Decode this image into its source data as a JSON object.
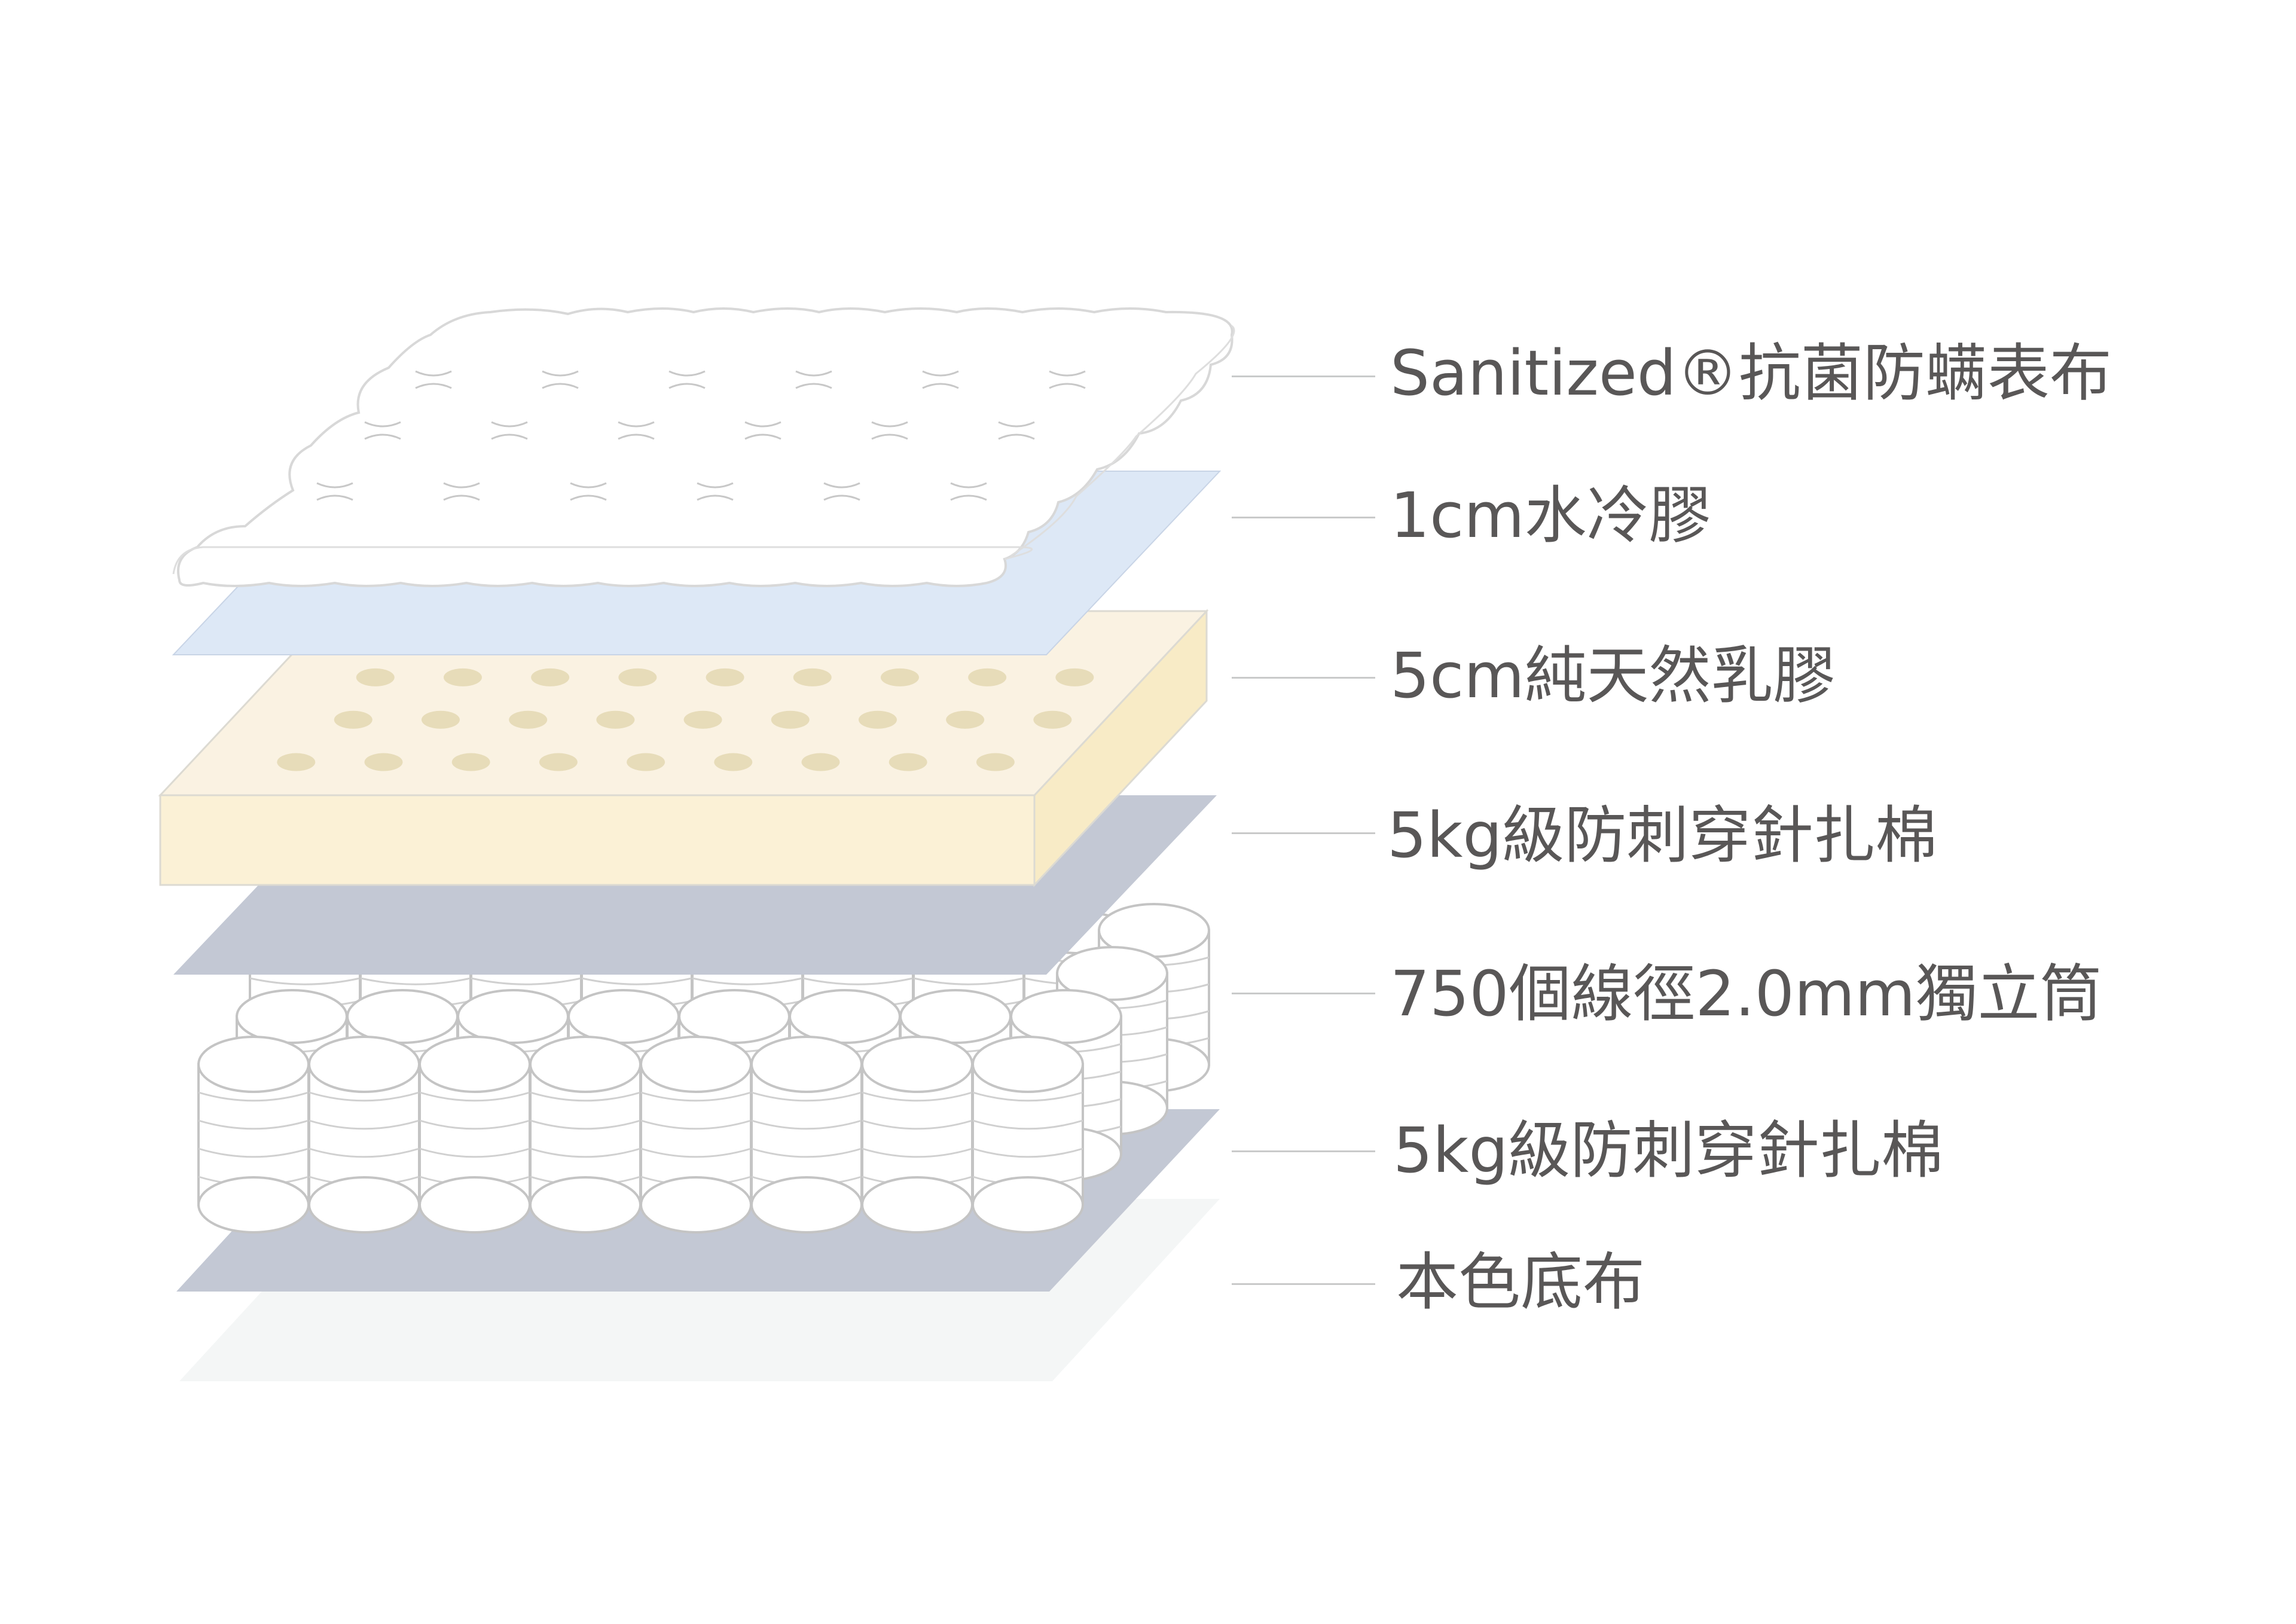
{
  "layers": [
    {
      "key": "cover",
      "label": "Sanitized®抗菌防螨表布"
    },
    {
      "key": "gel",
      "label": "1cm水冷膠",
      "color": "#dde8f6"
    },
    {
      "key": "latex",
      "label": "5cm純天然乳膠",
      "color": "#fbf1d6"
    },
    {
      "key": "felt_top",
      "label": "5kg級防刺穿針扎棉",
      "color": "#c3c8d4"
    },
    {
      "key": "springs",
      "label": "750個線徑2.0mm獨立筒"
    },
    {
      "key": "felt_bottom",
      "label": "5kg級防刺穿針扎棉",
      "color": "#c3c8d4"
    },
    {
      "key": "base",
      "label": "本色底布",
      "color": "#f4f6f6"
    }
  ]
}
